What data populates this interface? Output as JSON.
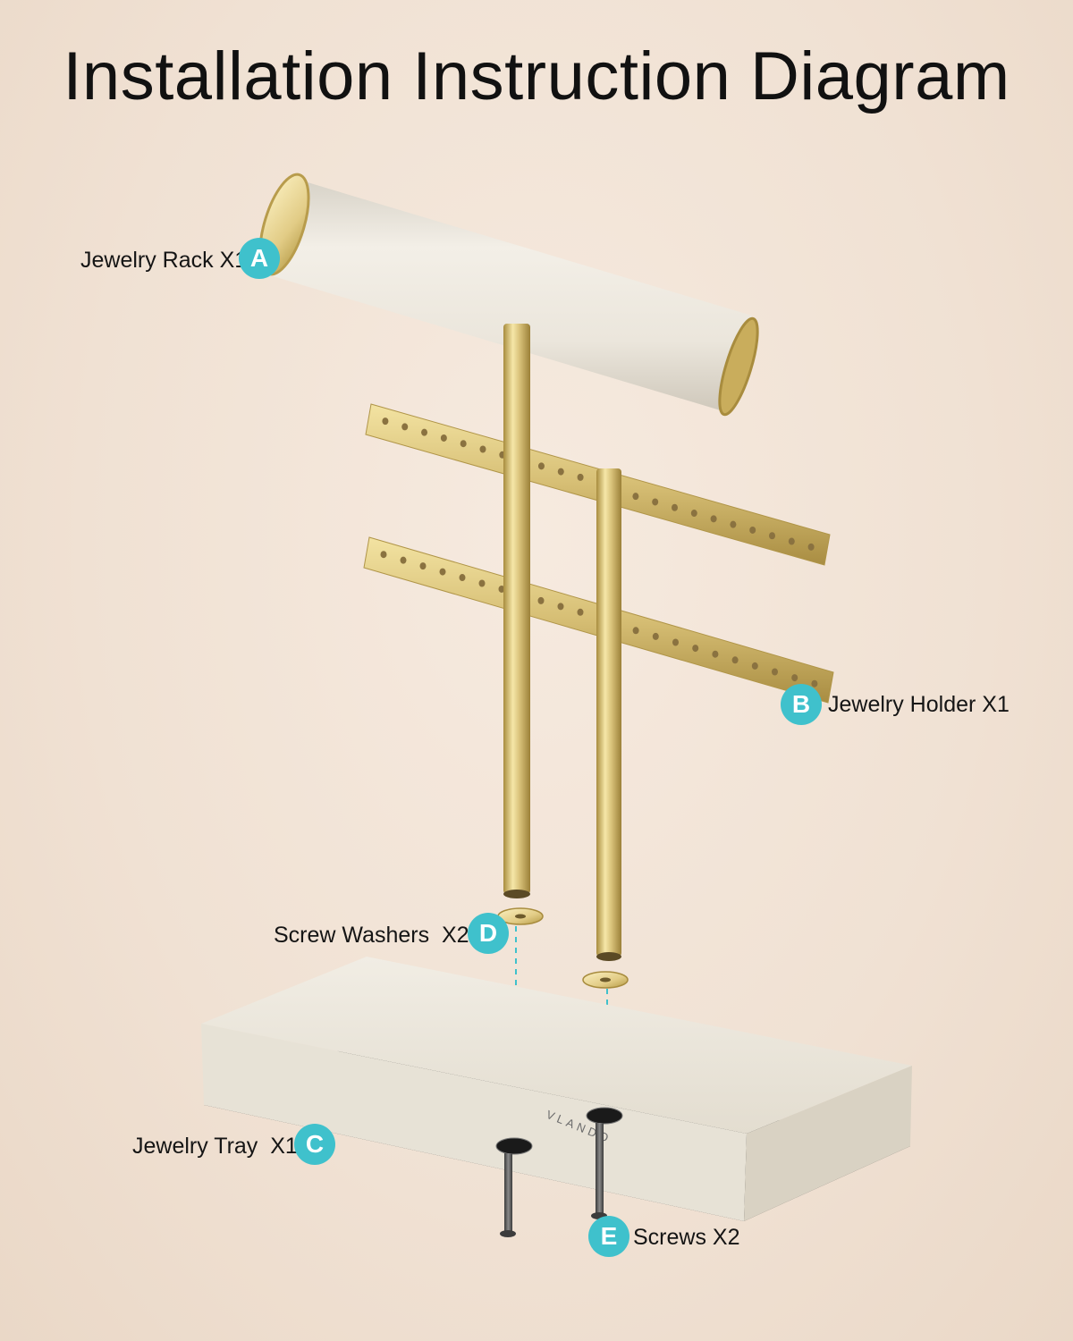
{
  "title": "Installation Instruction Diagram",
  "colors": {
    "badge": "#3fc1cc",
    "gold": "#d8c27a",
    "cream": "#ece7dc",
    "tray_base": "#2b2b2b",
    "background": "#f2e4d7"
  },
  "parts": [
    {
      "letter": "A",
      "label": "Jewelry Rack X1"
    },
    {
      "letter": "B",
      "label": "Jewelry Holder X1"
    },
    {
      "letter": "C",
      "label": "Jewelry Tray  X1"
    },
    {
      "letter": "D",
      "label": "Screw Washers  X2"
    },
    {
      "letter": "E",
      "label": "Screws X2"
    }
  ],
  "tray_brand": "VLANDO"
}
